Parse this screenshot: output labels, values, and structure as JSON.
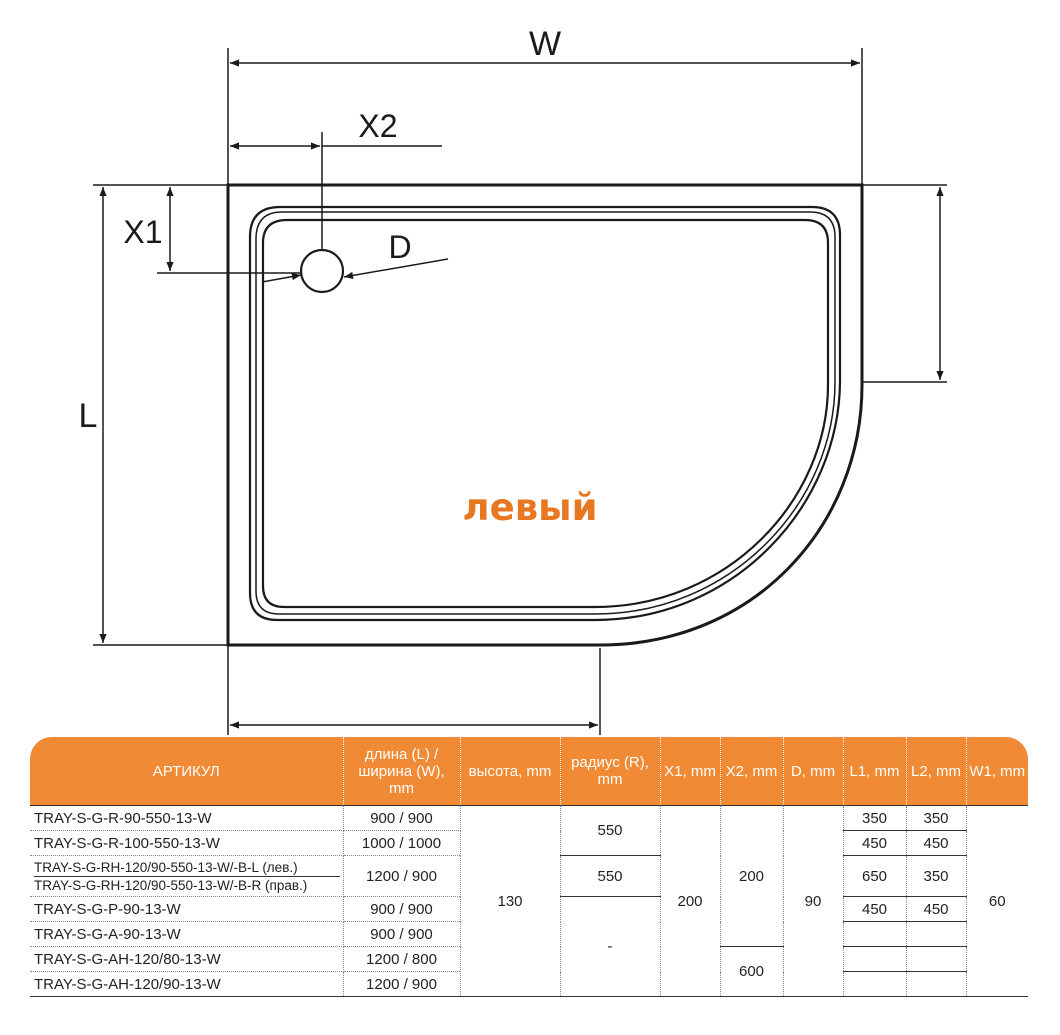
{
  "diagram": {
    "labels": {
      "w": "W",
      "x2": "X2",
      "x1": "X1",
      "d": "D",
      "l": "L",
      "variant": "левый"
    }
  },
  "table": {
    "headers": {
      "sku": "АРТИКУЛ",
      "size": "длина (L) / ширина (W), mm",
      "height": "высота, mm",
      "radius": "радиус (R), mm",
      "x1": "X1, mm",
      "x2": "X2, mm",
      "d": "D, mm",
      "l1": "L1, mm",
      "l2": "L2, mm",
      "w1": "W1, mm"
    },
    "rows": [
      {
        "sku": "TRAY-S-G-R-90-550-13-W",
        "size": "900 / 900",
        "l1": "350",
        "l2": "350"
      },
      {
        "sku": "TRAY-S-G-R-100-550-13-W",
        "size": "1000 / 1000",
        "l1": "450",
        "l2": "450"
      },
      {
        "sku": "TRAY-S-G-RH-120/90-550-13-W/-B-L (лев.)",
        "sku2": "TRAY-S-G-RH-120/90-550-13-W/-B-R (прав.)",
        "size": "1200 / 900",
        "l1": "650",
        "l2": "350"
      },
      {
        "sku": "TRAY-S-G-P-90-13-W",
        "size": "900 / 900",
        "l1": "450",
        "l2": "450"
      },
      {
        "sku": "TRAY-S-G-A-90-13-W",
        "size": "900 / 900",
        "l1": "",
        "l2": ""
      },
      {
        "sku": "TRAY-S-G-AH-120/80-13-W",
        "size": "1200 / 800",
        "l1": "",
        "l2": ""
      },
      {
        "sku": "TRAY-S-G-AH-120/90-13-W",
        "size": "1200 / 900",
        "l1": "",
        "l2": ""
      }
    ],
    "merged": {
      "height": "130",
      "radius_1": "550",
      "radius_2": "550",
      "radius_3": "-",
      "x1": "200",
      "x2_1": "200",
      "x2_2": "600",
      "d": "90",
      "w1": "60"
    }
  },
  "colors": {
    "header_bg": "#f08a34",
    "variant_text": "#e87722",
    "line": "#1a1a1a"
  }
}
